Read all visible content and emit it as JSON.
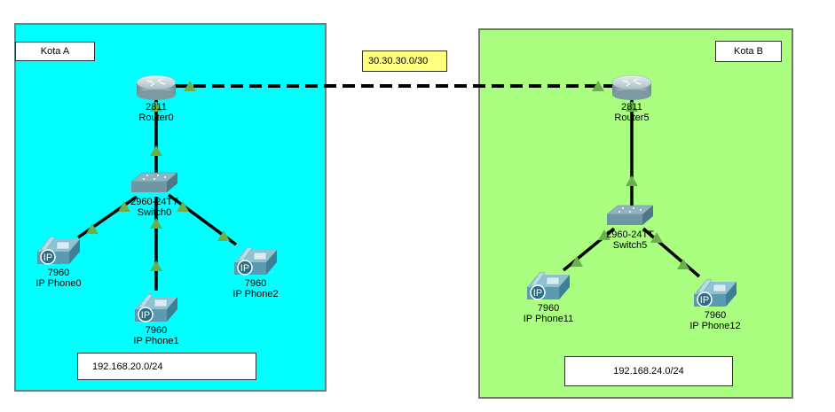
{
  "areas": {
    "a": {
      "label": "Kota A",
      "subnet": "192.168.20.0/24",
      "color": "#00ffff"
    },
    "b": {
      "label": "Kota B",
      "subnet": "192.168.24.0/24",
      "color": "#aaff80"
    }
  },
  "wan_link": {
    "subnet": "30.30.30.0/30",
    "note_color": "#ffff80",
    "style": "dashed",
    "status": "up"
  },
  "devices": {
    "router0": {
      "model": "2811",
      "name": "Router0",
      "type": "router"
    },
    "switch0": {
      "model": "2960-24TT",
      "name": "Switch0",
      "type": "switch"
    },
    "phone0": {
      "model": "7960",
      "name": "IP Phone0",
      "type": "ip-phone",
      "badge": "IP"
    },
    "phone1": {
      "model": "7960",
      "name": "IP Phone1",
      "type": "ip-phone",
      "badge": "IP"
    },
    "phone2": {
      "model": "7960",
      "name": "IP Phone2",
      "type": "ip-phone",
      "badge": "IP"
    },
    "router5": {
      "model": "2811",
      "name": "Router5",
      "type": "router"
    },
    "switch5": {
      "model": "2960-24TT",
      "name": "Switch5",
      "type": "switch"
    },
    "phone11": {
      "model": "7960",
      "name": "IP Phone11",
      "type": "ip-phone",
      "badge": "IP"
    },
    "phone12": {
      "model": "7960",
      "name": "IP Phone12",
      "type": "ip-phone",
      "badge": "IP"
    }
  },
  "links": [
    {
      "from": "router0",
      "to": "router5",
      "style": "dashed",
      "status": "up"
    },
    {
      "from": "router0",
      "to": "switch0",
      "style": "solid",
      "status": "up"
    },
    {
      "from": "switch0",
      "to": "phone0",
      "style": "solid",
      "status": "up"
    },
    {
      "from": "switch0",
      "to": "phone1",
      "style": "solid",
      "status": "up"
    },
    {
      "from": "switch0",
      "to": "phone2",
      "style": "solid",
      "status": "up"
    },
    {
      "from": "router5",
      "to": "switch5",
      "style": "solid",
      "status": "up"
    },
    {
      "from": "switch5",
      "to": "phone11",
      "style": "solid",
      "status": "up"
    },
    {
      "from": "switch5",
      "to": "phone12",
      "style": "solid",
      "status": "up"
    }
  ],
  "colors": {
    "link_up_indicator": "#6ab04c",
    "cable": "#000000"
  }
}
